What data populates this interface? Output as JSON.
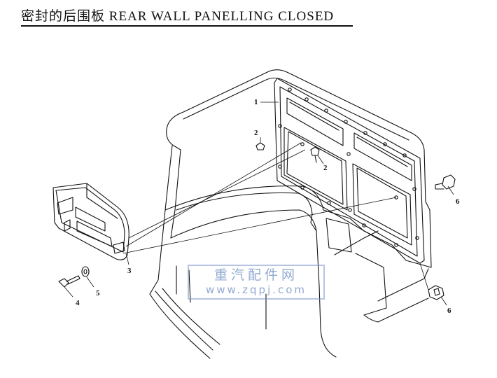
{
  "header": {
    "title_cn": "密封的后围板",
    "title_en": "REAR WALL PANELLING CLOSED"
  },
  "callouts": {
    "c1": "1",
    "c2a": "2",
    "c2b": "2",
    "c3": "3",
    "c4": "4",
    "c5": "5",
    "c6a": "6",
    "c6b": "6"
  },
  "watermark": {
    "text_cn": "重汽配件网",
    "url": "www.zqpj.com",
    "color": "#7a96c8"
  },
  "colors": {
    "line": "#111111",
    "background": "#ffffff"
  }
}
